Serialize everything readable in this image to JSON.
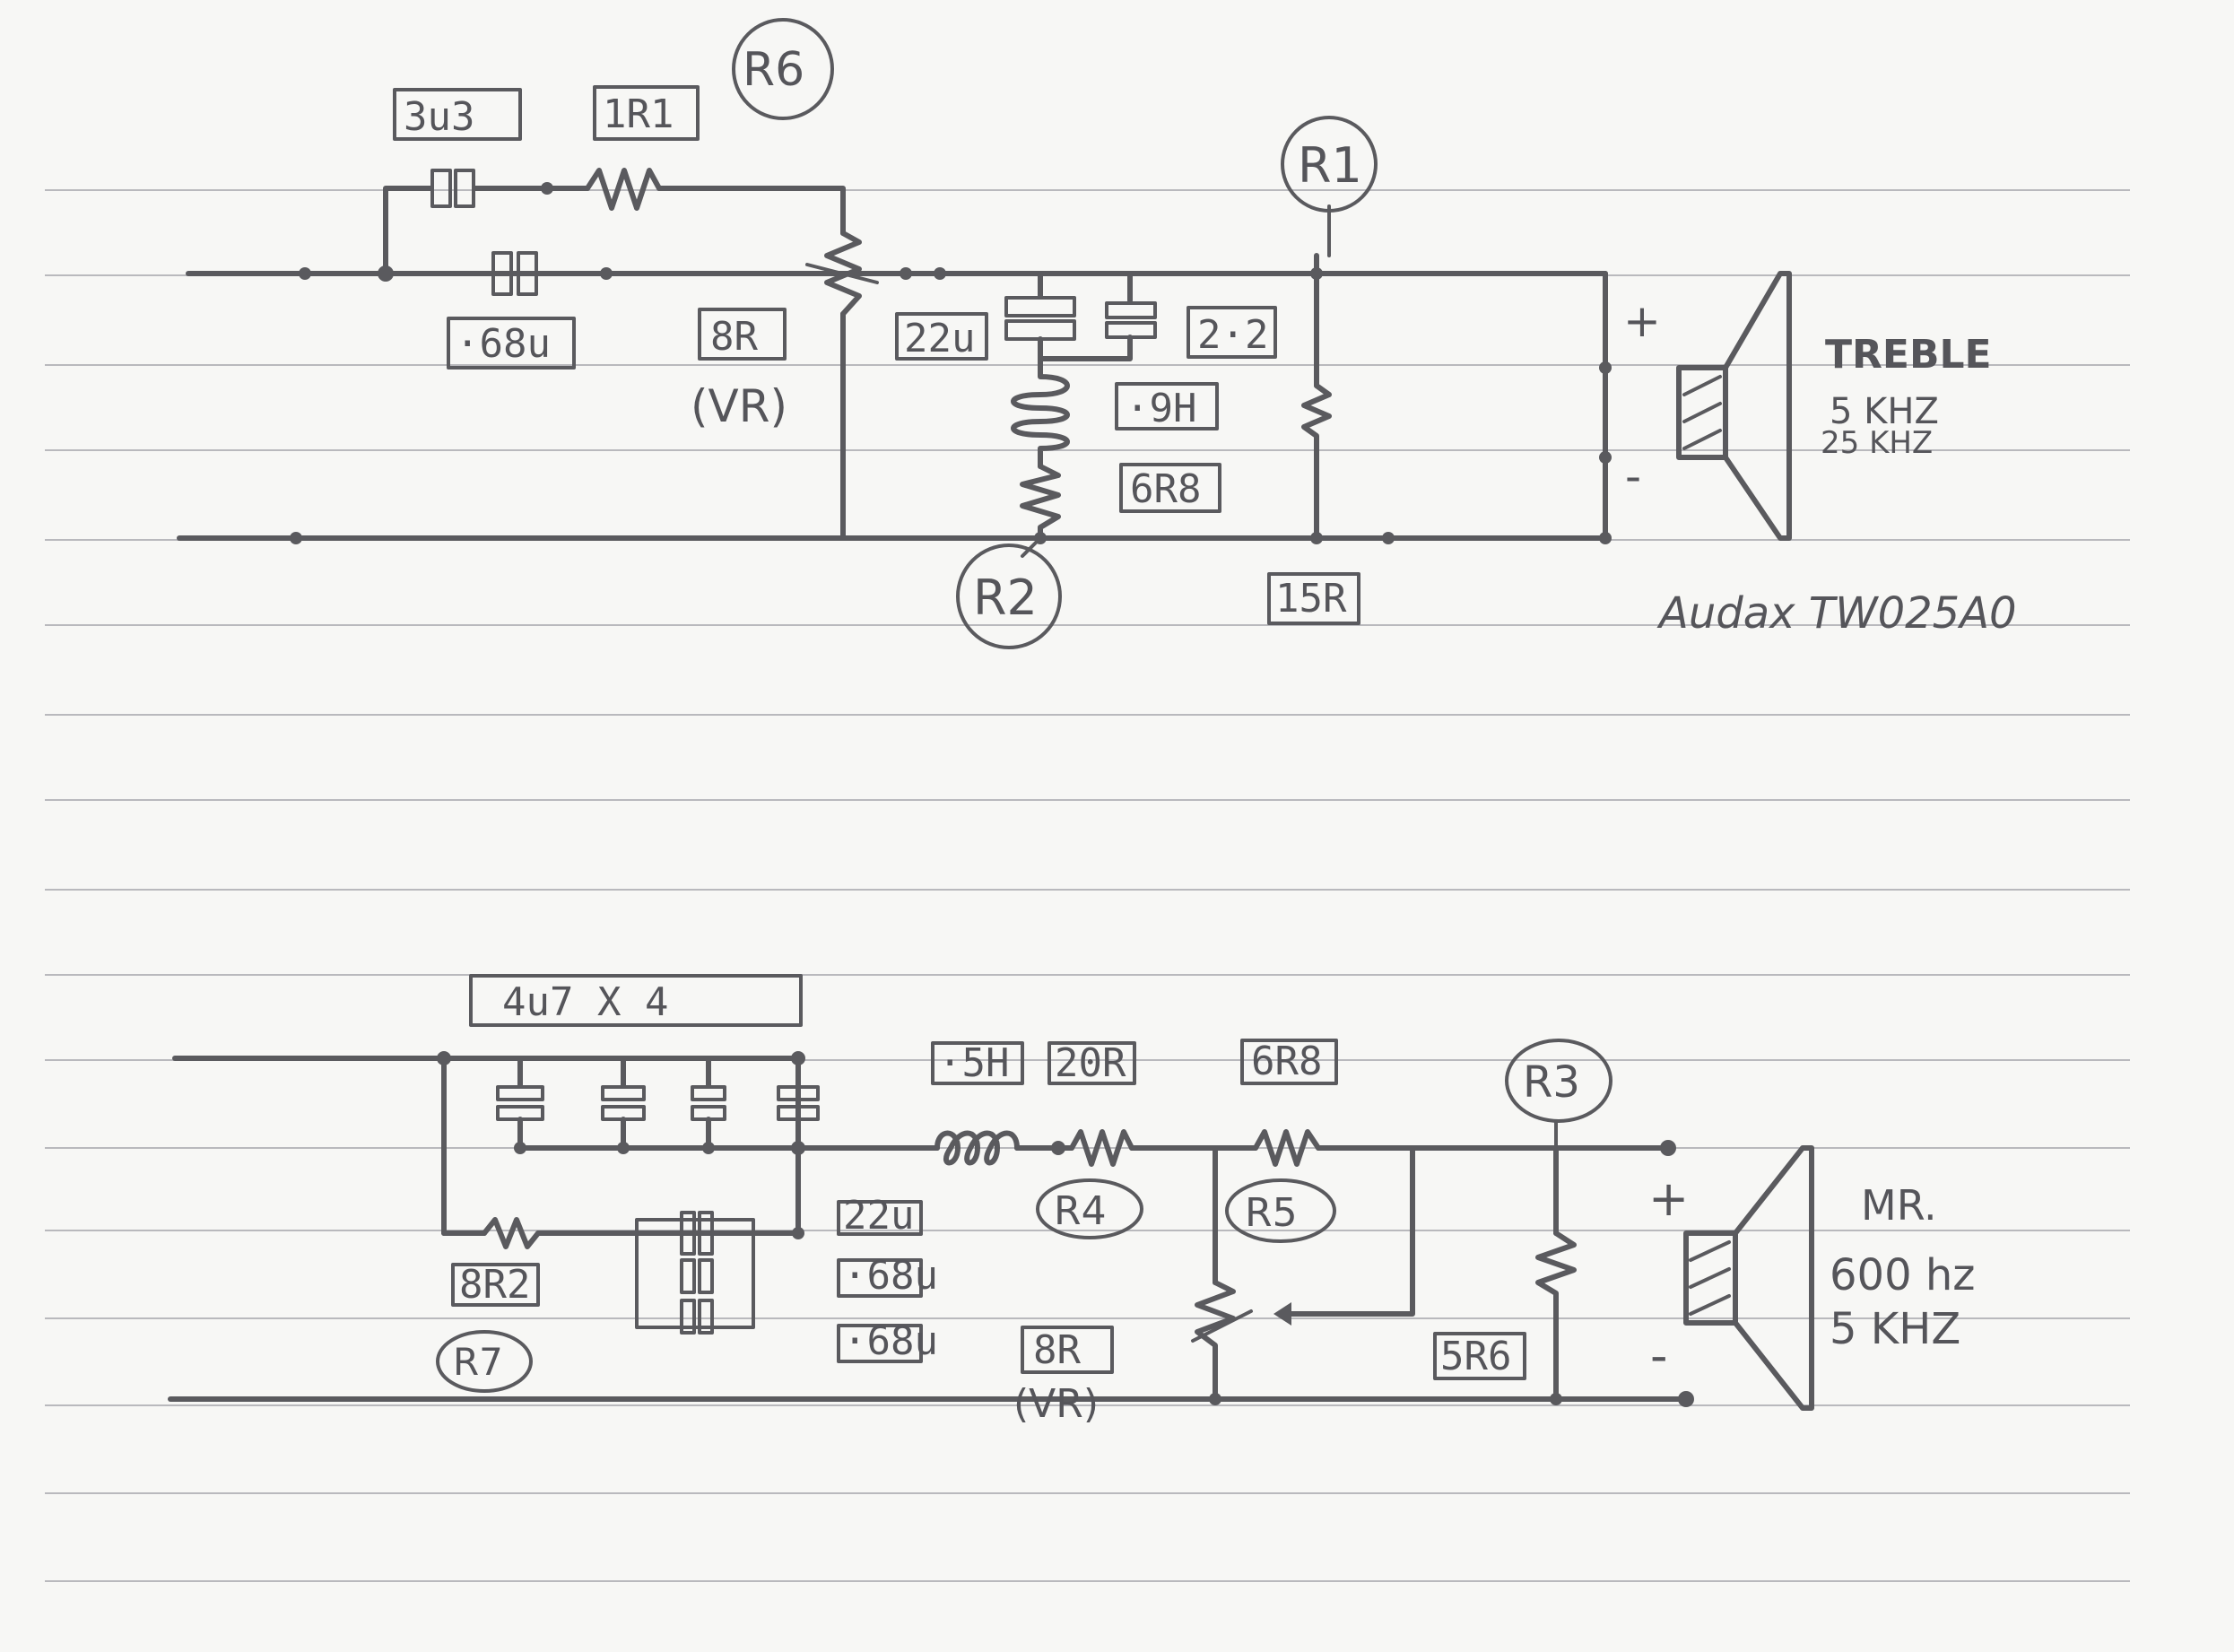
{
  "treble_section": {
    "components": {
      "cap_top": "3u3",
      "res_top": "1R1",
      "cap_bottom": "·68u",
      "vr_value": "8R",
      "vr_note": "(VR)",
      "cap_notch": "22u",
      "res_22": "2·2",
      "inductor": "·9H",
      "res_notch": "6R8",
      "res_shunt": "15R"
    },
    "ref_circles": {
      "r6": "R6",
      "r1": "R1",
      "r2": "R2"
    },
    "polarity": {
      "plus": "+",
      "minus": "-"
    },
    "driver": {
      "name": "TREBLE",
      "range_low": "5 KHZ",
      "range_high": "25 KHZ",
      "model": "Audax TW025A0"
    }
  },
  "mid_section": {
    "components": {
      "cap_bank": "4u7 X 4",
      "inductor": "·5H",
      "res_series": "20R",
      "res_r5": "6R8",
      "res_r7": "8R2",
      "cap_a": "22u",
      "cap_b": "·68u",
      "cap_c": "·68u",
      "vr_value": "8R",
      "vr_note": "(VR)",
      "res_shunt": "5R6"
    },
    "ref_circles": {
      "r4": "R4",
      "r5": "R5",
      "r3": "R3",
      "r7": "R7"
    },
    "polarity": {
      "plus": "+",
      "minus": "-"
    },
    "driver": {
      "name": "MR.",
      "range_low": "600 hz",
      "range_high": "5 KHZ"
    }
  },
  "colors": {
    "ink": "#5a5a5e",
    "paper": "#f7f7f5",
    "rules": "#b9b9bd"
  }
}
